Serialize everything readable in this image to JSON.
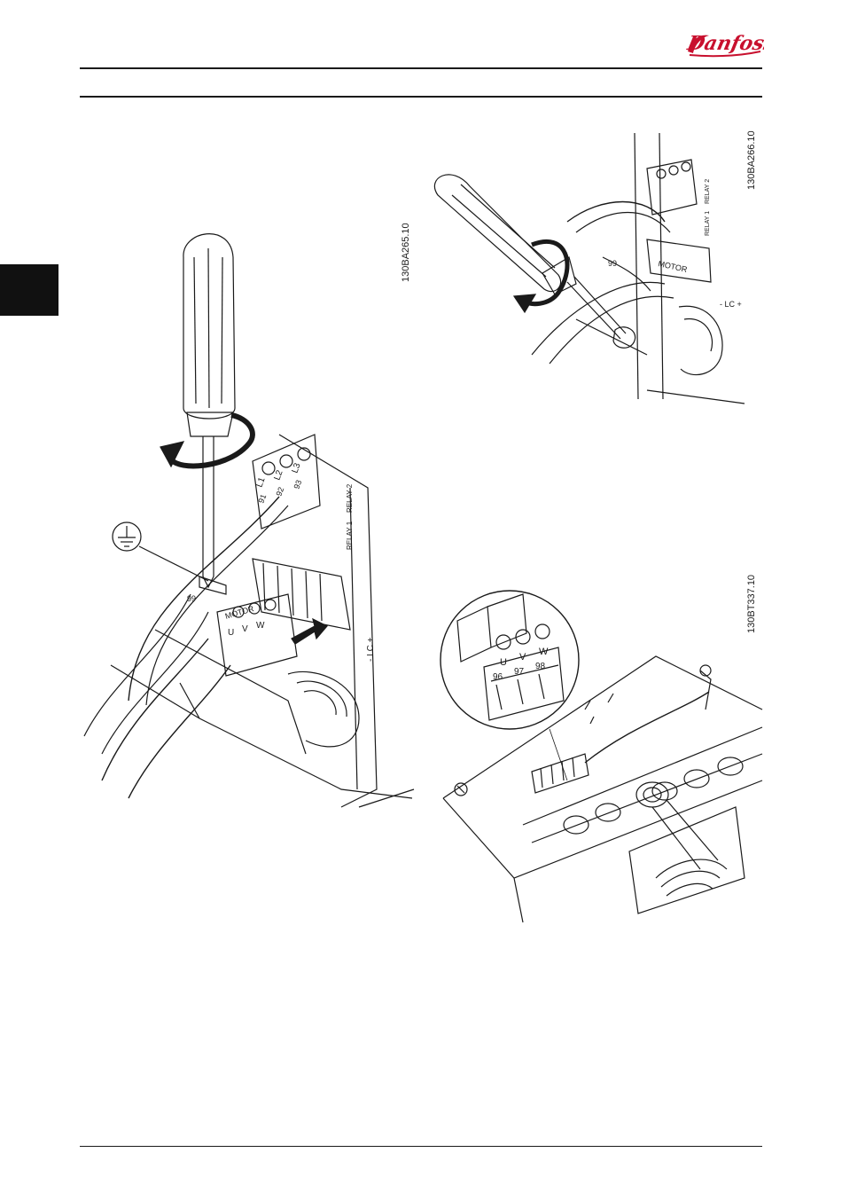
{
  "brand": {
    "name": "Danfoss"
  },
  "figures": [
    {
      "code": "130BA265.10",
      "labels": {
        "ground": "99",
        "motor": "MOTOR",
        "u": "U",
        "v": "V",
        "w": "W",
        "l1": "L1",
        "l2": "L2",
        "l3": "L3",
        "t91": "91",
        "t92": "92",
        "t93": "93",
        "relay1": "RELAY 1",
        "relay2": "RELAY 2",
        "lc": "- LC +"
      }
    },
    {
      "code": "130BA266.10",
      "labels": {
        "ground": "99",
        "motor": "MOTOR",
        "relay1": "RELAY 1",
        "relay2": "RELAY 2",
        "lc": "- LC +"
      }
    },
    {
      "code": "130BT337.10",
      "labels": {
        "u": "U",
        "v": "V",
        "w": "W",
        "t96": "96",
        "t97": "97",
        "t98": "98"
      }
    }
  ]
}
